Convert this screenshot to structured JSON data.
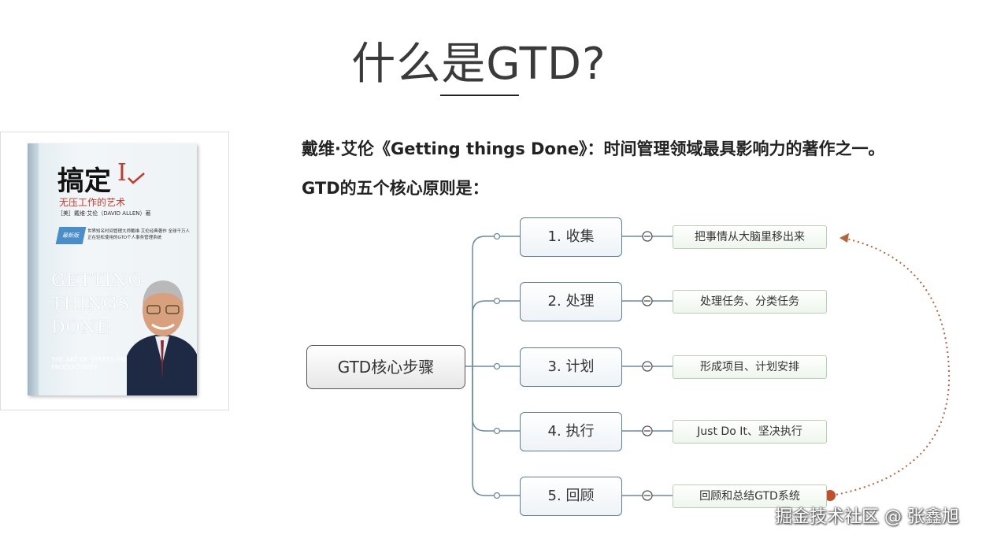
{
  "title": "什么是GTD?",
  "intro": "戴维·艾伦《Getting things Done》：时间管理领域最具影响力的著作之一。",
  "principles_heading": "GTD的五个核心原则是：",
  "book": {
    "title": "搞定",
    "number": "I",
    "subtitle": "无压工作的艺术",
    "author": "［美］戴维·艾伦（DAVID ALLEN）著",
    "badge": "最新版",
    "blurb": "世界知名时间管理大师戴维·艾伦经典著作 全球千万人正在轻松使用的GTD个人事务管理系统",
    "english_title": [
      "GETTING",
      "THINGS",
      "DONE"
    ],
    "english_subtitle": "THE ART OF STRESS-FREE PRODUCTIVITY"
  },
  "diagram": {
    "center": "GTD核心步骤",
    "steps": [
      {
        "label": "1. 收集",
        "detail": "把事情从大脑里移出来"
      },
      {
        "label": "2. 处理",
        "detail": "处理任务、分类任务"
      },
      {
        "label": "3. 计划",
        "detail": "形成项目、计划安排"
      },
      {
        "label": "4. 执行",
        "detail": "Just Do It、坚决执行"
      },
      {
        "label": "5. 回顾",
        "detail": "回顾和总结GTD系统"
      }
    ],
    "colors": {
      "connector": "#6a8aa3",
      "loop_arrow": "#b5653a",
      "loop_dot": "#c0502a"
    }
  },
  "watermark": "掘金技术社区 @ 张鑫旭"
}
